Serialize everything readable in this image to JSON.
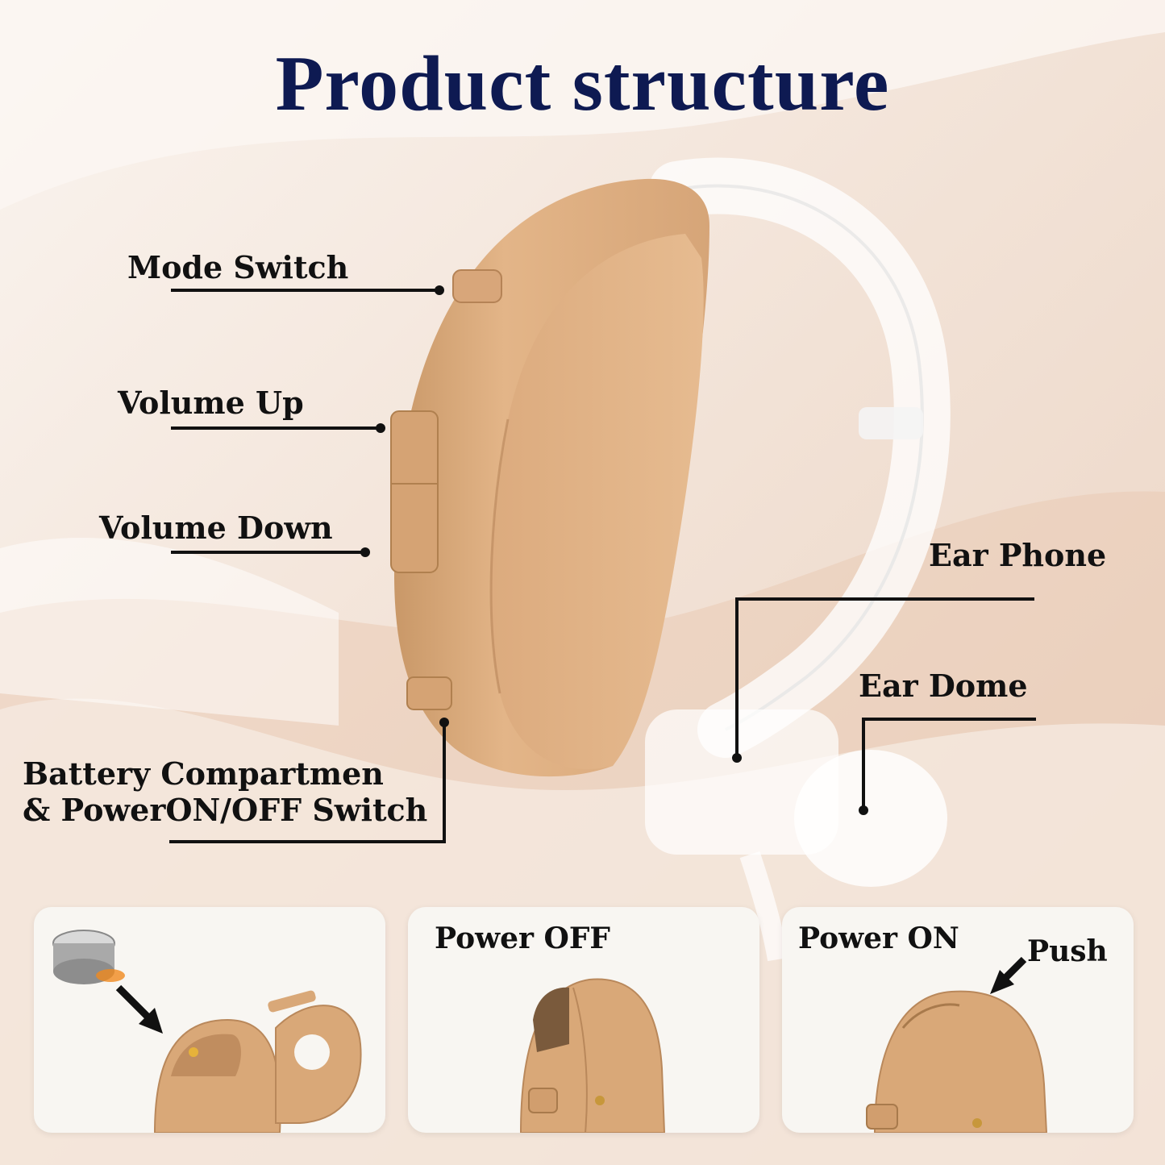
{
  "title": "Product structure",
  "callouts": {
    "mode_switch": "Mode Switch",
    "volume_up": "Volume Up",
    "volume_down": "Volume Down",
    "battery_line1": "Battery Compartmen",
    "battery_line2": "& PowerON/OFF Switch",
    "ear_phone": "Ear Phone",
    "ear_dome": "Ear Dome"
  },
  "panels": {
    "power_off": "Power OFF",
    "power_on": "Power ON",
    "push": "Push"
  },
  "colors": {
    "title": "#0e1a52",
    "device_beige": "#d9a878",
    "background": "#f5ebe3"
  }
}
